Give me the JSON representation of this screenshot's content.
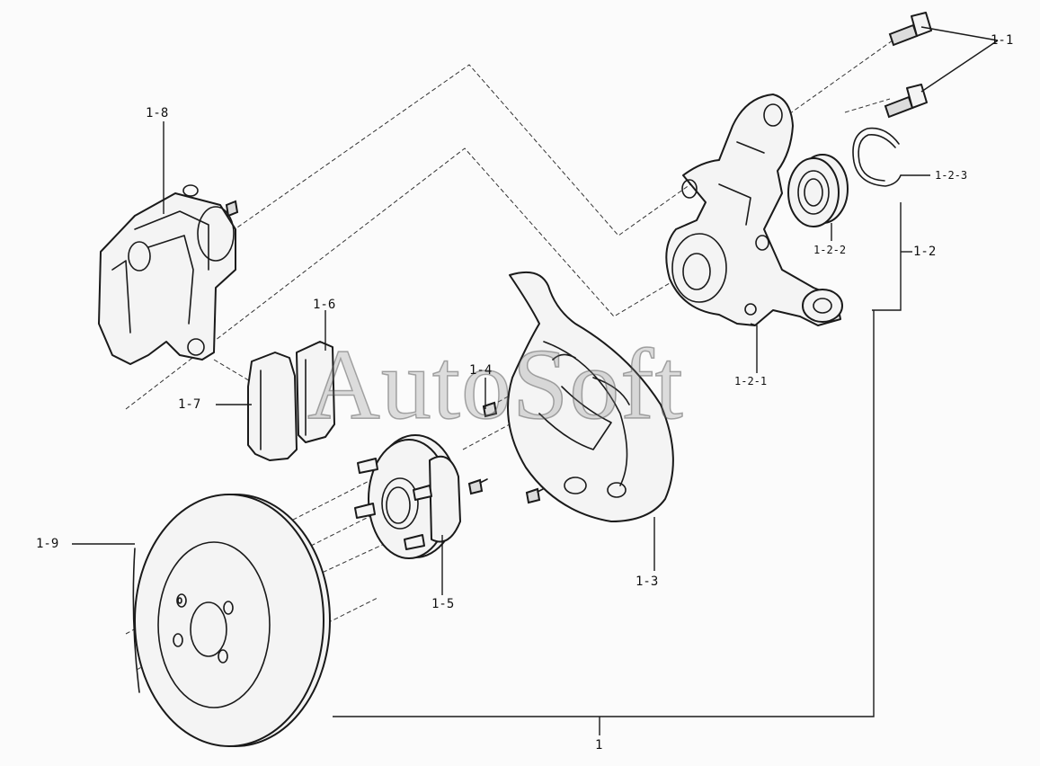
{
  "watermark": "AutoSoft",
  "callouts": {
    "c_1": "1",
    "c_1_1": "1-1",
    "c_1_2": "1-2",
    "c_1_2_1": "1-2-1",
    "c_1_2_2": "1-2-2",
    "c_1_2_3": "1-2-3",
    "c_1_3": "1-3",
    "c_1_4": "1-4",
    "c_1_5": "1-5",
    "c_1_6": "1-6",
    "c_1_7": "1-7",
    "c_1_8": "1-8",
    "c_1_9": "1-9"
  }
}
